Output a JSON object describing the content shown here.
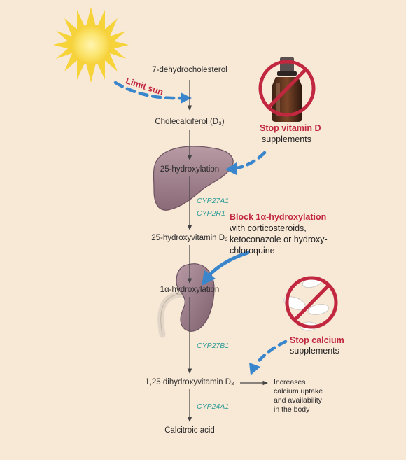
{
  "pathway": {
    "step1": "7-dehydrocholesterol",
    "step2": "Cholecalciferol (D₃)",
    "step3": "25-hydroxylation",
    "enzyme1": "CYP27A1",
    "enzyme2": "CYP2R1",
    "step4": "25-hydroxyvitamin D₃",
    "step5": "1α-hydroxylation",
    "enzyme3": "CYP27B1",
    "step6": "1,25 dihydroxyvitamin D₃",
    "enzyme4": "CYP24A1",
    "step7": "Calcitroic acid"
  },
  "effect": {
    "line1": "Increases",
    "line2": "calcium uptake",
    "line3": "and availability",
    "line4": "in the body"
  },
  "interventions": {
    "sun": "Limit sun",
    "vitd_title": "Stop vitamin D",
    "vitd_sub": "supplements",
    "block_title": "Block 1α-hydroxylation",
    "block_line1": "with corticosteroids,",
    "block_line2": "ketoconazole or hydroxy-",
    "block_line3": "chloroquine",
    "calcium_title": "Stop calcium",
    "calcium_sub": "supplements"
  },
  "colors": {
    "background": "#f8e8d6",
    "accent_blue": "#3a86cc",
    "warning_red": "#c1273f",
    "enzyme_teal": "#2d9c98",
    "sun_yellow": "#f7d33a",
    "organ_purple": "#9a7a86"
  },
  "icons": [
    "sun-icon",
    "liver-icon",
    "kidney-icon",
    "vitamin-bottle-icon",
    "calcium-pills-icon",
    "prohibition-icon"
  ]
}
